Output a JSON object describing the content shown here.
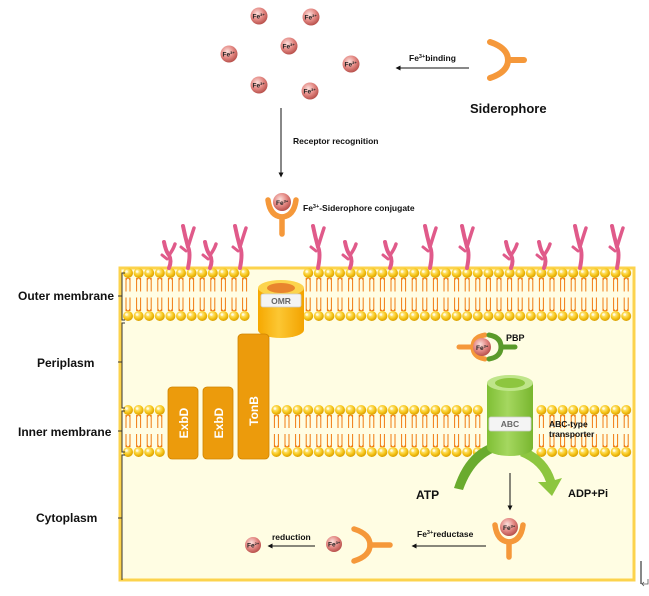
{
  "regions": [
    {
      "id": "outer",
      "label": "Outer membrane"
    },
    {
      "id": "peri",
      "label": "Periplasm"
    },
    {
      "id": "inner",
      "label": "Inner membrane"
    },
    {
      "id": "cyto",
      "label": "Cytoplasm"
    }
  ],
  "free_ions": {
    "label": "Fe",
    "charge": "3+",
    "count": 7
  },
  "siderophore": {
    "label": "Siderophore"
  },
  "steps": {
    "binding": {
      "text": "Fe",
      "sup": "3+",
      "tail": "binding"
    },
    "receptor": {
      "text": "Receptor recognition"
    },
    "conjugate": {
      "text": "Fe",
      "sup": "3+",
      "tail": "-Siderophore conjugate"
    },
    "reductase": {
      "text": "Fe",
      "sup": "3+",
      "tail": "reductase"
    },
    "reduction": {
      "text": "reduction"
    }
  },
  "proteins": {
    "omr": "OMR",
    "tonb": "TonB",
    "exbd1": "ExbD",
    "exbd2": "ExbD",
    "pbp": "PBP",
    "abc": "ABC",
    "abc_desc_line1": "ABC-type",
    "abc_desc_line2": "transporter"
  },
  "energy": {
    "atp": "ATP",
    "adp": "ADP+Pi"
  },
  "ions": {
    "fe3": {
      "base": "Fe",
      "sup": "3+"
    },
    "fe2": {
      "base": "Fe",
      "sup": "2+"
    }
  },
  "colors": {
    "cell_fill": "#fffde3",
    "cell_border": "#fcd34d",
    "lipid_head": "#f8c81c",
    "lipid_tail": "#f07a10",
    "lps": "#e05a8a",
    "protein_orange": "#ec9b0c",
    "omr_yellow": "#f8b90c",
    "abc_green": "#8dc63f",
    "pbp_green": "#5a9a2a",
    "siderophore": "#f5983a",
    "ion": "#e07d78"
  }
}
